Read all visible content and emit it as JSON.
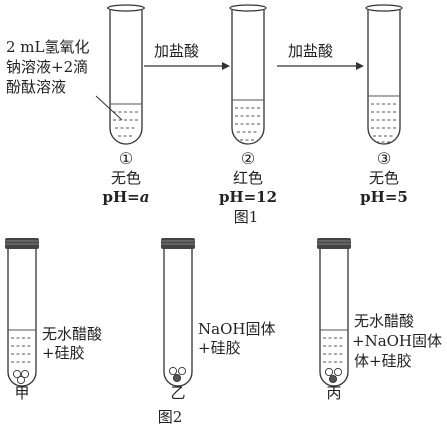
{
  "figure1": {
    "sample_label": [
      "2 mL氢氧化",
      "钠溶液+2滴",
      "酚酞溶液"
    ],
    "arrow1": "加盐酸",
    "arrow2": "加盐酸",
    "tubes": [
      {
        "num": "①",
        "color": "无色",
        "ph_prefix": "pH=",
        "ph_value": "a"
      },
      {
        "num": "②",
        "color": "红色",
        "ph_prefix": "pH=",
        "ph_value": "12"
      },
      {
        "num": "③",
        "color": "无色",
        "ph_prefix": "pH=",
        "ph_value": "5"
      }
    ],
    "caption": "图1"
  },
  "figure2": {
    "tubes": [
      {
        "name": "甲",
        "label": [
          "无水醋酸",
          "+硅胶"
        ]
      },
      {
        "name": "乙",
        "label": [
          "NaOH固体",
          "+硅胶"
        ]
      },
      {
        "name": "丙",
        "label": [
          "无水醋酸",
          "+NaOH固体",
          "体+硅胶"
        ]
      }
    ],
    "caption": "图2"
  }
}
